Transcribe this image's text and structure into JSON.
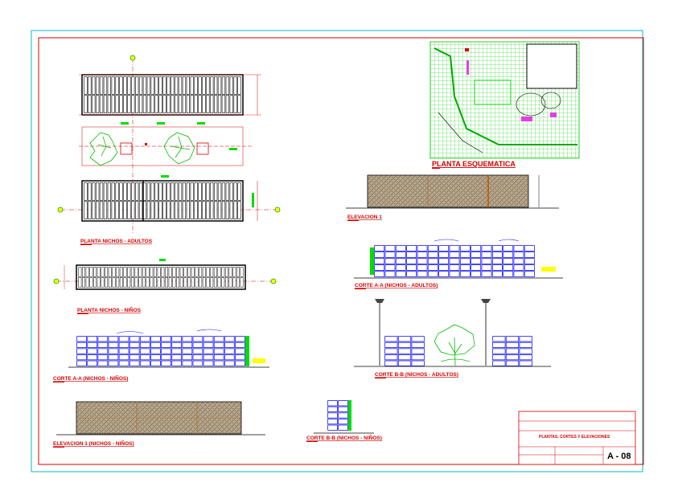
{
  "drawing": {
    "labels": {
      "planta_adultos": "PLANTA NICHOS - ADULTOS",
      "planta_ninos": "PLANTA NICHOS - NIÑOS",
      "corte_aa_ninos": "CORTE A-A (NICHOS - NIÑOS)",
      "elevacion_1_ninos": "ELEVACION 1 (NICHOS - NIÑOS)",
      "corte_bb_ninos": "CORTE B-B (NICHOS - NIÑOS)",
      "planta_esquematica": "PLANTA ESQUEMATICA",
      "elevacion_1": "ELEVACION 1",
      "corte_aa_adultos": "CORTE A-A (NICHOS - ADULTOS)",
      "corte_bb_adultos": "CORTE B-B (NICHOS - ADULTOS)"
    },
    "title_block": {
      "title": "PLANTAS, CORTES Y ELEVACIONES",
      "sheet_number": "A - 08"
    },
    "colors": {
      "frame_outer": "#00b8c8",
      "frame_inner": "#d40000",
      "grid": "#1a1aff",
      "site": "#00dd00",
      "texture": "#a08a6a"
    }
  }
}
